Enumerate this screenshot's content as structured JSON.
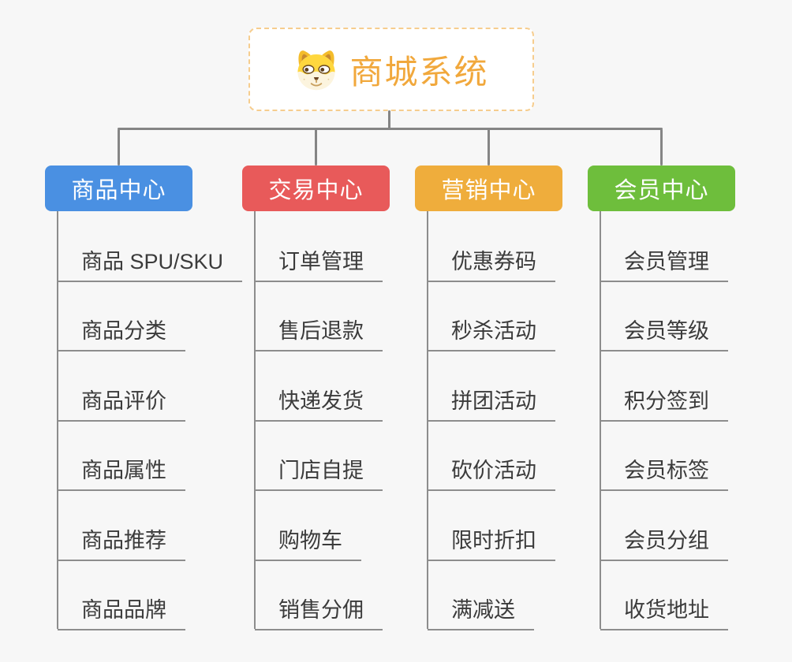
{
  "page": {
    "background_color": "#f7f7f7"
  },
  "root_node": {
    "icon": "shiba-dog-icon",
    "title": "商城系统",
    "title_color": "#F1A83C",
    "border_color": "#F6CD8E"
  },
  "connectors": {
    "line_color": "#858585",
    "leaf_underline_color": "#8d8d8d"
  },
  "branches": [
    {
      "label": "商品中心",
      "color": "#4A90E2",
      "children": [
        "商品 SPU/SKU",
        "商品分类",
        "商品评价",
        "商品属性",
        "商品推荐",
        "商品品牌"
      ]
    },
    {
      "label": "交易中心",
      "color": "#E85A5A",
      "children": [
        "订单管理",
        "售后退款",
        "快递发货",
        "门店自提",
        "购物车",
        "销售分佣"
      ]
    },
    {
      "label": "营销中心",
      "color": "#EFAD3C",
      "children": [
        "优惠券码",
        "秒杀活动",
        "拼团活动",
        "砍价活动",
        "限时折扣",
        "满减送"
      ]
    },
    {
      "label": "会员中心",
      "color": "#6EBE3C",
      "children": [
        "会员管理",
        "会员等级",
        "积分签到",
        "会员标签",
        "会员分组",
        "收货地址"
      ]
    }
  ]
}
